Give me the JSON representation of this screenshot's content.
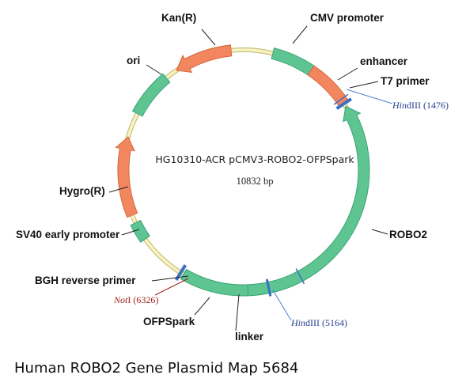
{
  "plasmid": {
    "name": "HG10310-ACR pCMV3-ROBO2-OFPSpark",
    "size": "10832 bp"
  },
  "caption": "Human ROBO2 Gene Plasmid Map 5684",
  "colors": {
    "backbone": "#f3efb4",
    "backbone_edge": "#c9c07a",
    "green_feature": "#5ec492",
    "green_edge": "#3aa574",
    "orange_feature": "#f2875f",
    "orange_edge": "#d5683f",
    "site_marker": "#3a6fc4",
    "site_text_blue": "#2a3f8f",
    "site_text_red": "#a12020",
    "leader_blue": "#4a7fd0"
  },
  "features": [
    {
      "label": "CMV promoter",
      "color": "green"
    },
    {
      "label": "enhancer",
      "color": "orange"
    },
    {
      "label": "T7 primer",
      "color": "blue"
    },
    {
      "label": "ROBO2",
      "color": "green"
    },
    {
      "label": "linker",
      "color": "blue"
    },
    {
      "label": "OFPSpark",
      "color": "green"
    },
    {
      "label": "BGH reverse primer",
      "color": "blue"
    },
    {
      "label": "SV40 early promoter",
      "color": "green"
    },
    {
      "label": "Hygro(R)",
      "color": "orange"
    },
    {
      "label": "ori",
      "color": "green"
    },
    {
      "label": "Kan(R)",
      "color": "orange"
    }
  ],
  "sites": [
    {
      "enzyme_italic": "Hin",
      "enzyme_rest": "dIII",
      "position": "(1476)"
    },
    {
      "enzyme_italic": "Hin",
      "enzyme_rest": "dIII",
      "position": "(5164)"
    },
    {
      "enzyme_italic": "Not",
      "enzyme_rest": "I",
      "position": "(6326)"
    }
  ]
}
